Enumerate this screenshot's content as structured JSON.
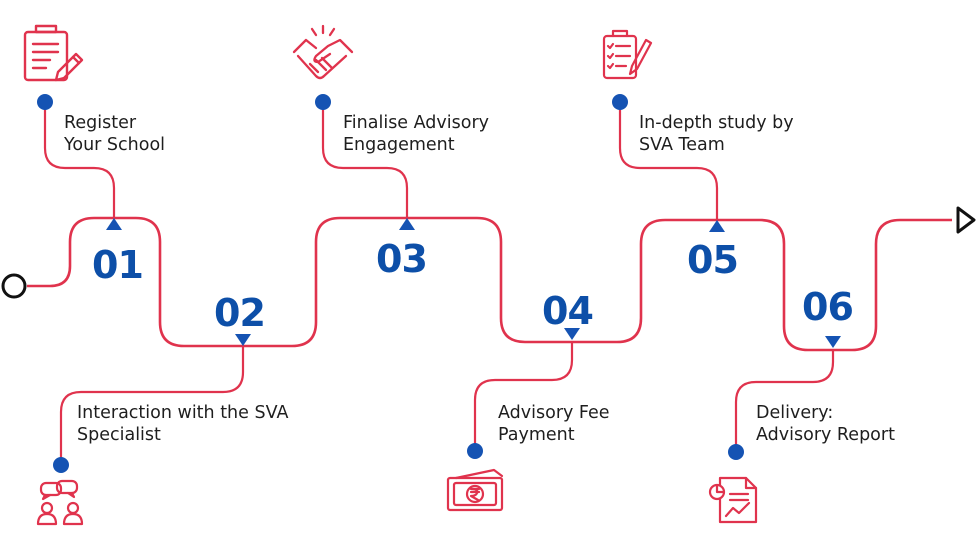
{
  "steps": [
    {
      "number": "01",
      "title_line1": "Register",
      "title_line2": "Your School",
      "icon": "clipboard-pen-icon"
    },
    {
      "number": "02",
      "title_line1": "Interaction with the SVA",
      "title_line2": "Specialist",
      "icon": "chat-people-icon"
    },
    {
      "number": "03",
      "title_line1": "Finalise Advisory",
      "title_line2": "Engagement",
      "icon": "handshake-icon"
    },
    {
      "number": "04",
      "title_line1": "Advisory Fee",
      "title_line2": "Payment",
      "icon": "rupee-banknote-icon"
    },
    {
      "number": "05",
      "title_line1": "In-depth study by",
      "title_line2": "SVA Team",
      "icon": "checklist-icon"
    },
    {
      "number": "06",
      "title_line1": "Delivery:",
      "title_line2": "Advisory Report",
      "icon": "report-chart-icon"
    }
  ],
  "colors": {
    "path": "#e0334d",
    "number": "#0d4fa8",
    "dot": "#1553b3",
    "icon": "#e0334d",
    "text": "#1e1e1e",
    "endpoints": "#111111"
  }
}
